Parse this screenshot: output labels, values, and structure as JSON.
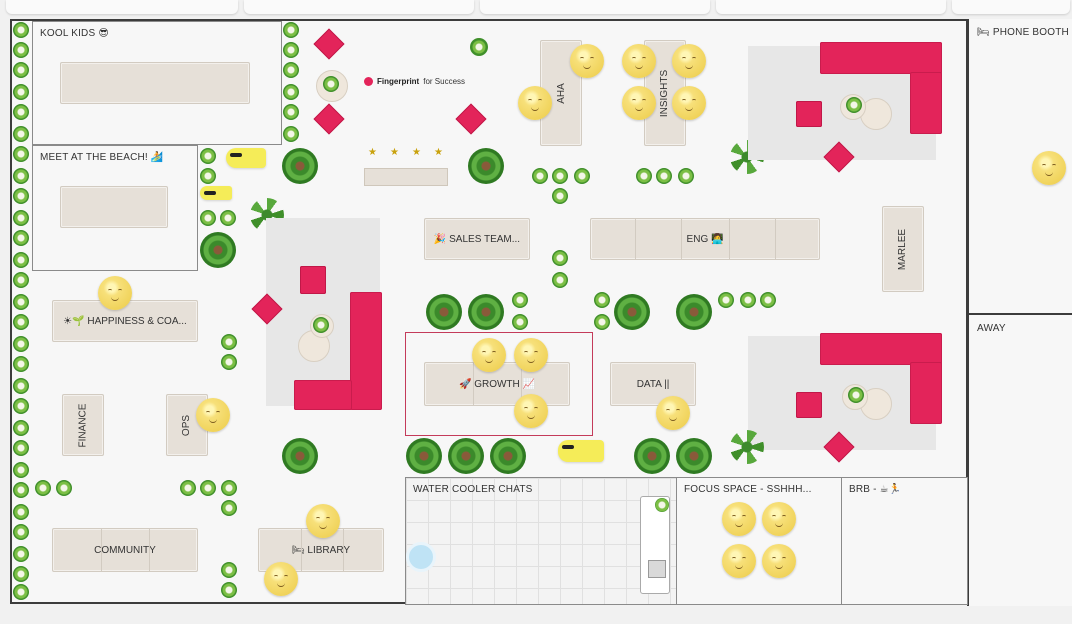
{
  "rooms": {
    "kool_kids": "KOOL KIDS 😎",
    "beach": "MEET AT THE BEACH! 🏄",
    "water_cooler": "WATER COOLER CHATS",
    "focus": "FOCUS SPACE - SSHHH...",
    "brb": "BRB - ☕🏃",
    "phone_booth": "🛏 PHONE BOOTH",
    "away": "AWAY"
  },
  "tables": {
    "aha": "AHA",
    "insights": "INSIGHTS",
    "sales": "🎉 SALES TEAM...",
    "eng": "ENG 👩‍💻",
    "marlee": "MARLEE",
    "happiness": "☀🌱 HAPPINESS & COA...",
    "growth": "🚀 GROWTH 📈",
    "data": "DATA ||",
    "finance": "FINANCE",
    "ops": "OPS",
    "community": "COMMUNITY",
    "library": "🛏 LIBRARY"
  },
  "logo": {
    "bold": "Fingerprint",
    "rest": "for Success"
  },
  "colors": {
    "sofa": "#e3245a",
    "floor_border": "#3c3c3c",
    "highlight": "#c43b5a"
  }
}
